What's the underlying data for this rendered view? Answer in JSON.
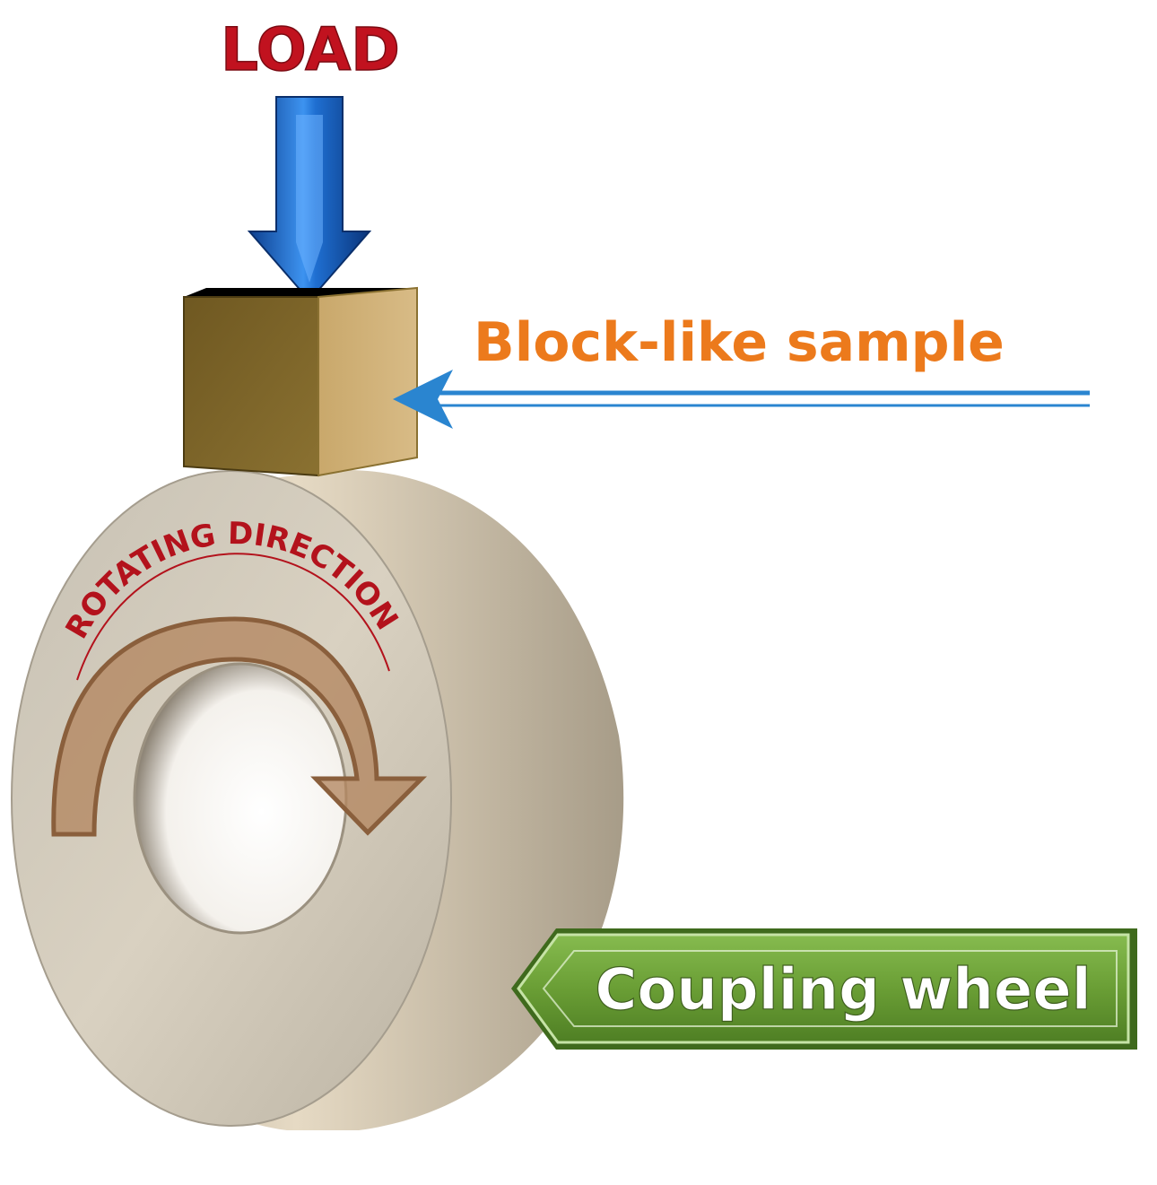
{
  "labels": {
    "load": "LOAD",
    "sample": "Block-like sample",
    "rotating": "ROTATING DIRECTION",
    "wheel": "Coupling wheel"
  },
  "colors": {
    "load_text": "#c1121f",
    "load_arrow": "#1f6fd1",
    "sample_text": "#ec7a1c",
    "pointer_arrow": "#2a85d0",
    "rotating_text": "#b3121c",
    "rotation_arrow": "#b38660",
    "wheel_face": "#d8cfbf",
    "block_face": "#c9a86b",
    "callout_green": "#6a9e35"
  },
  "icons": {
    "load_arrow": "down-arrow-icon",
    "pointer_arrow": "left-arrow-icon",
    "rotation_arrow": "curved-arrow-icon"
  }
}
